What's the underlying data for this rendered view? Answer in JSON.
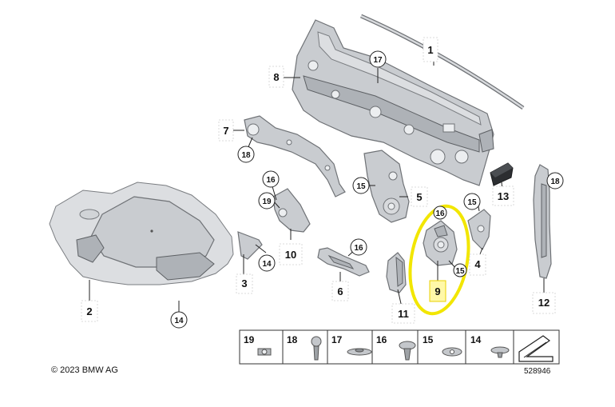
{
  "diagram": {
    "copyright": "© 2023 BMW AG",
    "reference_number": "528946",
    "highlighted_part": "9",
    "highlight_color": "#f2e600",
    "part_labels": [
      "1",
      "2",
      "3",
      "4",
      "5",
      "6",
      "7",
      "8",
      "9",
      "10",
      "11",
      "12",
      "13"
    ],
    "circled_labels": [
      "14",
      "15",
      "16",
      "17",
      "18",
      "19"
    ],
    "fastener_table": [
      "19",
      "18",
      "17",
      "16",
      "15",
      "14"
    ],
    "callouts": {
      "p1": "1",
      "p2": "2",
      "p3": "3",
      "p4": "4",
      "p5": "5",
      "p6": "6",
      "p7": "7",
      "p8": "8",
      "p9": "9",
      "p10": "10",
      "p11": "11",
      "p12": "12",
      "p13": "13",
      "c17_top": "17",
      "c18_left": "18",
      "c16_mid": "16",
      "c19_mid": "19",
      "c14_left": "14",
      "c16_center": "16",
      "c15_center": "15",
      "c15_right": "15",
      "c18_right": "18",
      "c14_bottom": "14",
      "c_top_9": "16",
      "c_side_9": "15"
    }
  }
}
